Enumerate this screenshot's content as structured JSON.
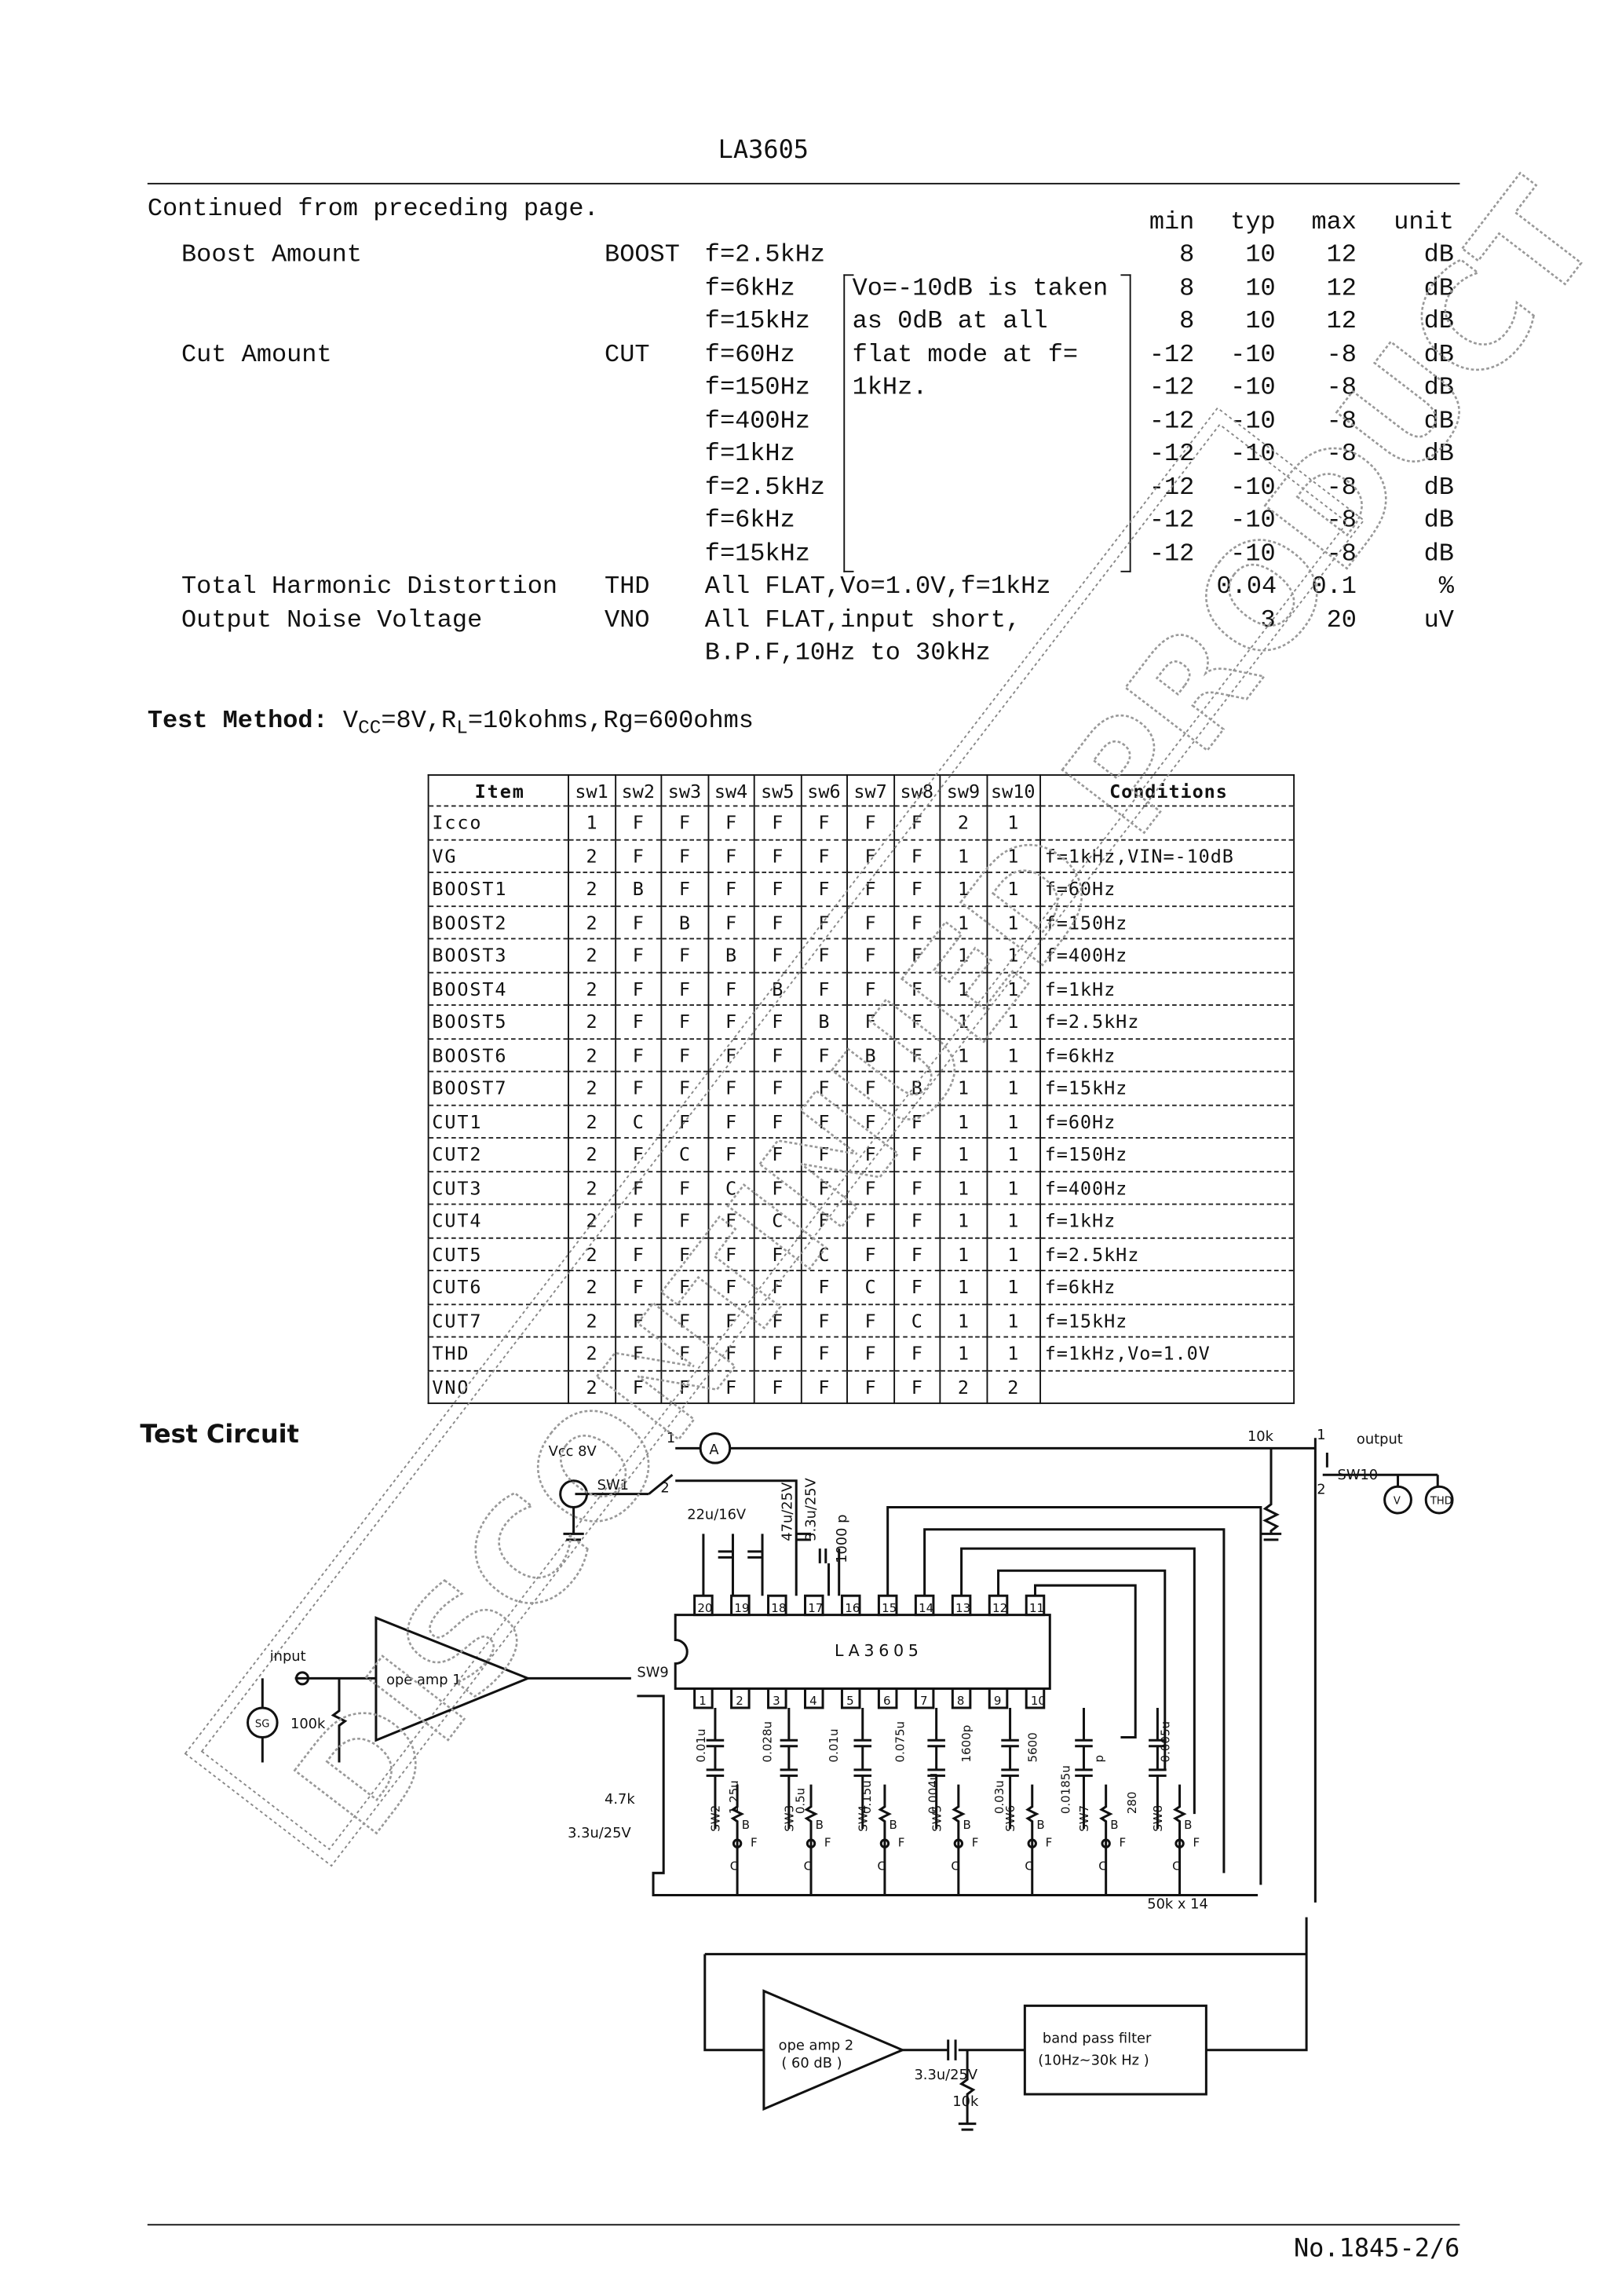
{
  "header": {
    "part": "LA3605"
  },
  "spec": {
    "continued": "Continued from preceding page.",
    "columns": {
      "min": "min",
      "typ": "typ",
      "max": "max",
      "unit": "unit"
    },
    "note": [
      "Vo=-10dB is taken",
      "as 0dB at all",
      "flat mode at f=",
      "1kHz."
    ],
    "rows": [
      {
        "label": "Boost Amount",
        "symbol": "BOOST",
        "cond": "f=2.5kHz",
        "min": "8",
        "typ": "10",
        "max": "12",
        "unit": "dB"
      },
      {
        "label": "",
        "symbol": "",
        "cond": "f=6kHz",
        "min": "8",
        "typ": "10",
        "max": "12",
        "unit": "dB"
      },
      {
        "label": "",
        "symbol": "",
        "cond": "f=15kHz",
        "min": "8",
        "typ": "10",
        "max": "12",
        "unit": "dB"
      },
      {
        "label": "Cut Amount",
        "symbol": "CUT",
        "cond": "f=60Hz",
        "min": "-12",
        "typ": "-10",
        "max": "-8",
        "unit": "dB"
      },
      {
        "label": "",
        "symbol": "",
        "cond": "f=150Hz",
        "min": "-12",
        "typ": "-10",
        "max": "-8",
        "unit": "dB"
      },
      {
        "label": "",
        "symbol": "",
        "cond": "f=400Hz",
        "min": "-12",
        "typ": "-10",
        "max": "-8",
        "unit": "dB"
      },
      {
        "label": "",
        "symbol": "",
        "cond": "f=1kHz",
        "min": "-12",
        "typ": "-10",
        "max": "-8",
        "unit": "dB"
      },
      {
        "label": "",
        "symbol": "",
        "cond": "f=2.5kHz",
        "min": "-12",
        "typ": "-10",
        "max": "-8",
        "unit": "dB"
      },
      {
        "label": "",
        "symbol": "",
        "cond": "f=6kHz",
        "min": "-12",
        "typ": "-10",
        "max": "-8",
        "unit": "dB"
      },
      {
        "label": "",
        "symbol": "",
        "cond": "f=15kHz",
        "min": "-12",
        "typ": "-10",
        "max": "-8",
        "unit": "dB"
      },
      {
        "label": "Total Harmonic Distortion",
        "symbol": "THD",
        "cond": "All FLAT,Vo=1.0V,f=1kHz",
        "min": "",
        "typ": "0.04",
        "max": "0.1",
        "unit": "%"
      },
      {
        "label": "Output Noise Voltage",
        "symbol": "VNO",
        "cond": "All FLAT,input short,",
        "min": "",
        "typ": "3",
        "max": "20",
        "unit": "uV"
      },
      {
        "label": "",
        "symbol": "",
        "cond": "B.P.F,10Hz to 30kHz",
        "min": "",
        "typ": "",
        "max": "",
        "unit": ""
      }
    ]
  },
  "test_method": {
    "label": "Test Method:",
    "v": "V",
    "v_sub": "CC",
    "mid": "=8V,R",
    "r_sub": "L",
    "rest": "=10kohms,Rg=600ohms"
  },
  "switch_table": {
    "headers": [
      "Item",
      "sw1",
      "sw2",
      "sw3",
      "sw4",
      "sw5",
      "sw6",
      "sw7",
      "sw8",
      "sw9",
      "sw10",
      "Conditions"
    ],
    "rows": [
      [
        "Icco",
        "1",
        "F",
        "F",
        "F",
        "F",
        "F",
        "F",
        "F",
        "2",
        "1",
        ""
      ],
      [
        "VG",
        "2",
        "F",
        "F",
        "F",
        "F",
        "F",
        "F",
        "F",
        "1",
        "1",
        "f=1kHz,VIN=-10dB"
      ],
      [
        "BOOST1",
        "2",
        "B",
        "F",
        "F",
        "F",
        "F",
        "F",
        "F",
        "1",
        "1",
        "f=60Hz"
      ],
      [
        "BOOST2",
        "2",
        "F",
        "B",
        "F",
        "F",
        "F",
        "F",
        "F",
        "1",
        "1",
        "f=150Hz"
      ],
      [
        "BOOST3",
        "2",
        "F",
        "F",
        "B",
        "F",
        "F",
        "F",
        "F",
        "1",
        "1",
        "f=400Hz"
      ],
      [
        "BOOST4",
        "2",
        "F",
        "F",
        "F",
        "B",
        "F",
        "F",
        "F",
        "1",
        "1",
        "f=1kHz"
      ],
      [
        "BOOST5",
        "2",
        "F",
        "F",
        "F",
        "F",
        "B",
        "F",
        "F",
        "1",
        "1",
        "f=2.5kHz"
      ],
      [
        "BOOST6",
        "2",
        "F",
        "F",
        "F",
        "F",
        "F",
        "B",
        "F",
        "1",
        "1",
        "f=6kHz"
      ],
      [
        "BOOST7",
        "2",
        "F",
        "F",
        "F",
        "F",
        "F",
        "F",
        "B",
        "1",
        "1",
        "f=15kHz"
      ],
      [
        "CUT1",
        "2",
        "C",
        "F",
        "F",
        "F",
        "F",
        "F",
        "F",
        "1",
        "1",
        "f=60Hz"
      ],
      [
        "CUT2",
        "2",
        "F",
        "C",
        "F",
        "F",
        "F",
        "F",
        "F",
        "1",
        "1",
        "f=150Hz"
      ],
      [
        "CUT3",
        "2",
        "F",
        "F",
        "C",
        "F",
        "F",
        "F",
        "F",
        "1",
        "1",
        "f=400Hz"
      ],
      [
        "CUT4",
        "2",
        "F",
        "F",
        "F",
        "C",
        "F",
        "F",
        "F",
        "1",
        "1",
        "f=1kHz"
      ],
      [
        "CUT5",
        "2",
        "F",
        "F",
        "F",
        "F",
        "C",
        "F",
        "F",
        "1",
        "1",
        "f=2.5kHz"
      ],
      [
        "CUT6",
        "2",
        "F",
        "F",
        "F",
        "F",
        "F",
        "C",
        "F",
        "1",
        "1",
        "f=6kHz"
      ],
      [
        "CUT7",
        "2",
        "F",
        "F",
        "F",
        "F",
        "F",
        "F",
        "C",
        "1",
        "1",
        "f=15kHz"
      ],
      [
        "THD",
        "2",
        "F",
        "F",
        "F",
        "F",
        "F",
        "F",
        "F",
        "1",
        "1",
        "f=1kHz,Vo=1.0V"
      ],
      [
        "VNO",
        "2",
        "F",
        "F",
        "F",
        "F",
        "F",
        "F",
        "F",
        "2",
        "2",
        ""
      ]
    ]
  },
  "circuit": {
    "title": "Test Circuit",
    "vcc": "Vcc 8V",
    "sw1": "SW1",
    "ammeter": "A",
    "r10k_top": "10k",
    "output": "output",
    "sw10": "SW10",
    "vm": "V",
    "thd": "THD",
    "ic": "LA3605",
    "c_22u": "22u/16V",
    "c_47u": "47u/25V",
    "c_33u": "3.3u/25V",
    "c_1000p": "1000 p",
    "input": "input",
    "sg": "SG",
    "r100k": "100k",
    "opamp1": "ope amp 1",
    "sw9": "SW9",
    "r47k": "4.7k",
    "c33u_in": "3.3u/25V",
    "caps": [
      "0.01u",
      "1.25u",
      "0.028u",
      "0.5u",
      "0.01u",
      "0.15u",
      "0.075u",
      "0.004u",
      "1600p",
      "0.03u",
      "5600",
      "0.0185u",
      "p",
      "280",
      "0.005u"
    ],
    "switches": [
      "SW2",
      "SW3",
      "SW4",
      "SW5",
      "SW6",
      "SW7",
      "SW8"
    ],
    "sw_pos": {
      "b": "B",
      "c": "C",
      "f": "F"
    },
    "r50k": "50k x 14",
    "opamp2": "ope amp 2",
    "opamp2_gain": "( 60 dB )",
    "c33u_out": "3.3u/25V",
    "r10k_out": "10k",
    "bpf": "band pass filter",
    "bpf_range": "(10Hz~30k Hz )",
    "terminal_1": "1",
    "terminal_2": "2"
  },
  "watermark": "DISCONTINUED PRODUCT",
  "footer": {
    "page": "No.1845-2/6"
  }
}
